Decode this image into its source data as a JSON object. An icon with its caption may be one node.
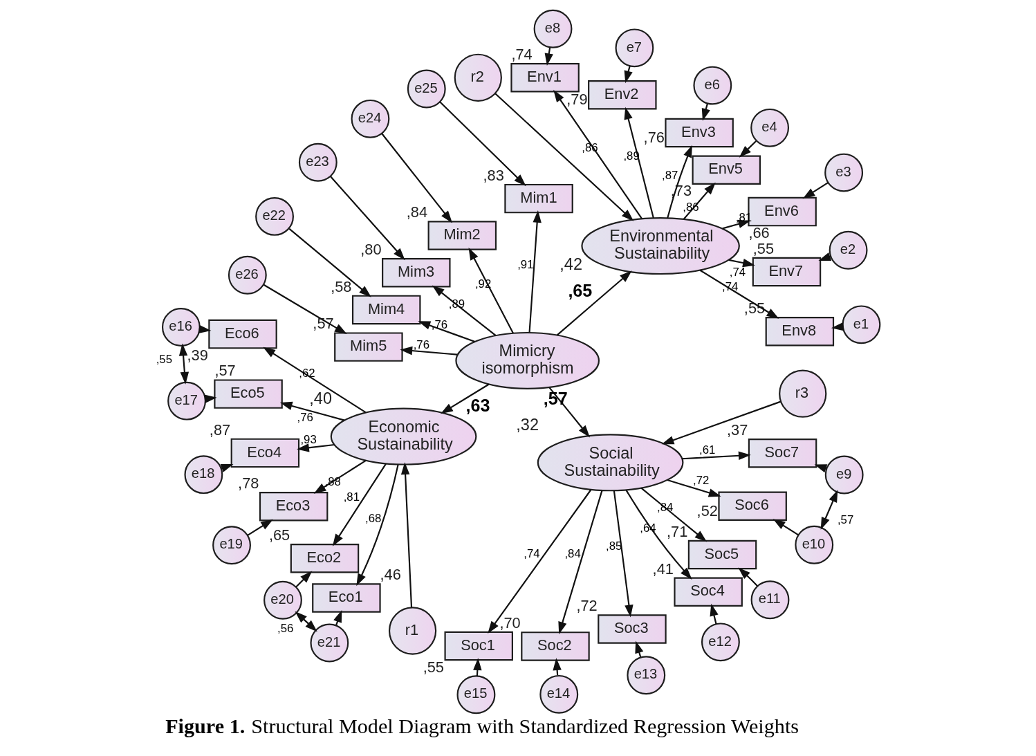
{
  "diagram": {
    "caption": "**Figure 1.** Structural Model Diagram with Standardized Regression Weights",
    "nodes": [
      {
        "text": [
          "e1"
        ]
      },
      {
        "text": [
          "e2"
        ]
      },
      {
        "text": [
          "e3"
        ]
      },
      {
        "text": [
          "e4"
        ]
      },
      {
        "text": [
          "e6"
        ]
      },
      {
        "text": [
          "e7"
        ]
      },
      {
        "text": [
          "e8"
        ]
      },
      {
        "text": [
          "Env8"
        ],
        "beside": [
          ",55"
        ]
      },
      {
        "text": [
          "Env7"
        ],
        "beside": [
          ",55"
        ]
      },
      {
        "text": [
          "Env6"
        ],
        "beside": [
          ",66"
        ]
      },
      {
        "text": [
          "Env5"
        ],
        "beside": [
          ",73"
        ]
      },
      {
        "text": [
          "Env3"
        ],
        "beside": [
          ",76"
        ]
      },
      {
        "text": [
          "Env2"
        ],
        "beside": [
          ",79"
        ]
      },
      {
        "text": [
          "Env1"
        ],
        "beside": [
          ",74"
        ]
      },
      {
        "text": [
          "Environmental Sustainability"
        ],
        "beside": [
          ",42"
        ]
      },
      {
        "text": [
          "r2"
        ]
      },
      {
        "text": [
          "e25"
        ]
      },
      {
        "text": [
          "Mim1"
        ],
        "beside": [
          ",83"
        ]
      },
      {
        "text": [
          "e24"
        ]
      },
      {
        "text": [
          "Mim2"
        ],
        "beside": [
          ",84"
        ]
      },
      {
        "text": [
          "e23"
        ]
      },
      {
        "text": [
          "Mim3"
        ],
        "beside": [
          ",80"
        ]
      },
      {
        "text": [
          "e22"
        ]
      },
      {
        "text": [
          "Mim4"
        ],
        "beside": [
          ",58"
        ]
      },
      {
        "text": [
          "e26"
        ]
      },
      {
        "text": [
          "Mim5"
        ],
        "beside": [
          ",57"
        ]
      },
      {
        "text": [
          "Mimicry isomorphism"
        ]
      },
      {
        "text": [
          "Economic Sustainability"
        ],
        "beside": [
          ",40"
        ]
      },
      {
        "text": [
          "r1"
        ]
      },
      {
        "text": [
          "Eco6"
        ],
        "beside": [
          ",39"
        ]
      },
      {
        "text": [
          "e16"
        ]
      },
      {
        "text": [
          "Eco5"
        ],
        "beside": [
          ",57"
        ]
      },
      {
        "text": [
          "e17"
        ]
      },
      {
        "text": [
          "Eco4"
        ],
        "beside": [
          ",87"
        ]
      },
      {
        "text": [
          "e18"
        ]
      },
      {
        "text": [
          "Eco3"
        ],
        "beside": [
          ",78"
        ]
      },
      {
        "text": [
          "e19"
        ]
      },
      {
        "text": [
          "Eco2"
        ],
        "beside": [
          ",65"
        ]
      },
      {
        "text": [
          "e20"
        ]
      },
      {
        "text": [
          "Eco1"
        ],
        "beside": [
          ",46"
        ]
      },
      {
        "text": [
          "e21"
        ]
      },
      {
        "text": [
          "Social Sustainability"
        ],
        "beside": [
          ",32"
        ]
      },
      {
        "text": [
          "r3"
        ]
      },
      {
        "text": [
          "Soc1"
        ],
        "beside": [
          ",55"
        ]
      },
      {
        "text": [
          "Soc2"
        ],
        "beside": [
          ",70"
        ]
      },
      {
        "text": [
          "Soc3"
        ],
        "beside": [
          ",72"
        ]
      },
      {
        "text": [
          "Soc4"
        ],
        "beside": [
          ",41"
        ]
      },
      {
        "text": [
          "Soc5"
        ],
        "beside": [
          ",71"
        ]
      },
      {
        "text": [
          "Soc6"
        ],
        "beside": [
          ",52"
        ]
      },
      {
        "text": [
          "Soc7"
        ],
        "beside": [
          ",37"
        ]
      },
      {
        "text": [
          "e15"
        ]
      },
      {
        "text": [
          "e14"
        ]
      },
      {
        "text": [
          "e13"
        ]
      },
      {
        "text": [
          "e12"
        ]
      },
      {
        "text": [
          "e11"
        ]
      },
      {
        "text": [
          "e10"
        ]
      },
      {
        "text": [
          "e9"
        ]
      }
    ],
    "edges": [
      {
        "from": 0,
        "to": 7,
        "arrow": "to"
      },
      {
        "from": 1,
        "to": 8,
        "arrow": "to"
      },
      {
        "from": 2,
        "to": 9,
        "arrow": "to"
      },
      {
        "from": 3,
        "to": 10,
        "arrow": "to"
      },
      {
        "from": 4,
        "to": 11,
        "arrow": "to"
      },
      {
        "from": 5,
        "to": 12,
        "arrow": "to"
      },
      {
        "from": 6,
        "to": 13,
        "arrow": "to"
      },
      {
        "from": 14,
        "to": 7,
        "arrow": "to",
        "label": ",74"
      },
      {
        "from": 14,
        "to": 8,
        "arrow": "to",
        "label": ",74"
      },
      {
        "from": 14,
        "to": 9,
        "arrow": "to",
        "label": ",81"
      },
      {
        "from": 14,
        "to": 10,
        "arrow": "to",
        "label": ",86"
      },
      {
        "from": 14,
        "to": 11,
        "arrow": "to",
        "label": ",87"
      },
      {
        "from": 14,
        "to": 12,
        "arrow": "to",
        "label": ",89"
      },
      {
        "from": 14,
        "to": 13,
        "arrow": "to",
        "label": ",86"
      },
      {
        "from": 15,
        "to": 14,
        "arrow": "to"
      },
      {
        "from": 16,
        "to": 17,
        "arrow": "to"
      },
      {
        "from": 18,
        "to": 19,
        "arrow": "to"
      },
      {
        "from": 20,
        "to": 21,
        "arrow": "to"
      },
      {
        "from": 22,
        "to": 23,
        "arrow": "to"
      },
      {
        "from": 24,
        "to": 25,
        "arrow": "to"
      },
      {
        "from": 26,
        "to": 17,
        "arrow": "to",
        "label": ",91"
      },
      {
        "from": 26,
        "to": 19,
        "arrow": "to",
        "label": ",92"
      },
      {
        "from": 26,
        "to": 21,
        "arrow": "to",
        "label": ",89"
      },
      {
        "from": 26,
        "to": 23,
        "arrow": "to",
        "label": ",76"
      },
      {
        "from": 26,
        "to": 25,
        "arrow": "to",
        "label": ",76"
      },
      {
        "from": 26,
        "to": 14,
        "arrow": "to",
        "label": ",65"
      },
      {
        "from": 26,
        "to": 27,
        "arrow": "to",
        "label": ",63"
      },
      {
        "from": 26,
        "to": 41,
        "arrow": "to",
        "label": ",57"
      },
      {
        "from": 28,
        "to": 27,
        "arrow": "to"
      },
      {
        "from": 27,
        "to": 29,
        "arrow": "to",
        "label": ",62"
      },
      {
        "from": 27,
        "to": 31,
        "arrow": "to",
        "label": ",76"
      },
      {
        "from": 27,
        "to": 33,
        "arrow": "to",
        "label": ",93"
      },
      {
        "from": 27,
        "to": 35,
        "arrow": "to",
        "label": ",88"
      },
      {
        "from": 27,
        "to": 37,
        "arrow": "to",
        "label": ",81"
      },
      {
        "from": 27,
        "to": 39,
        "arrow": "to",
        "label": ",68"
      },
      {
        "from": 30,
        "to": 29,
        "arrow": "to"
      },
      {
        "from": 32,
        "to": 31,
        "arrow": "to"
      },
      {
        "from": 34,
        "to": 33,
        "arrow": "to"
      },
      {
        "from": 36,
        "to": 35,
        "arrow": "to"
      },
      {
        "from": 38,
        "to": 37,
        "arrow": "to"
      },
      {
        "from": 40,
        "to": 39,
        "arrow": "to"
      },
      {
        "from": 30,
        "to": 32,
        "arrow": "both",
        "label": ",55"
      },
      {
        "from": 38,
        "to": 40,
        "arrow": "both",
        "label": ",56"
      },
      {
        "from": 42,
        "to": 41,
        "arrow": "to"
      },
      {
        "from": 41,
        "to": 43,
        "arrow": "to",
        "label": ",74"
      },
      {
        "from": 41,
        "to": 44,
        "arrow": "to",
        "label": ",84"
      },
      {
        "from": 41,
        "to": 45,
        "arrow": "to",
        "label": ",85"
      },
      {
        "from": 41,
        "to": 46,
        "arrow": "to",
        "label": ",64"
      },
      {
        "from": 41,
        "to": 47,
        "arrow": "to",
        "label": ",84"
      },
      {
        "from": 41,
        "to": 48,
        "arrow": "to",
        "label": ",72"
      },
      {
        "from": 41,
        "to": 49,
        "arrow": "to",
        "label": ",61"
      },
      {
        "from": 50,
        "to": 43,
        "arrow": "to"
      },
      {
        "from": 51,
        "to": 44,
        "arrow": "to"
      },
      {
        "from": 52,
        "to": 45,
        "arrow": "to"
      },
      {
        "from": 53,
        "to": 46,
        "arrow": "to"
      },
      {
        "from": 54,
        "to": 47,
        "arrow": "to"
      },
      {
        "from": 55,
        "to": 48,
        "arrow": "to"
      },
      {
        "from": 56,
        "to": 49,
        "arrow": "to"
      },
      {
        "from": 55,
        "to": 56,
        "arrow": "both",
        "label": ",57"
      }
    ]
  }
}
